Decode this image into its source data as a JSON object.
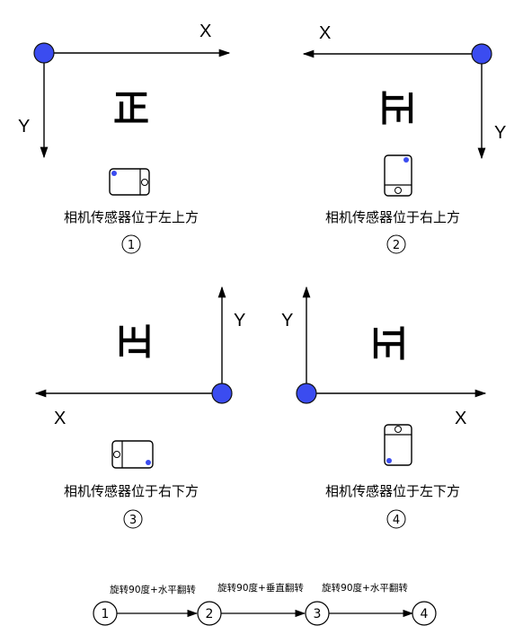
{
  "colors": {
    "accent": "#3b4cf0",
    "line": "#000000"
  },
  "axes": {
    "x_label": "X",
    "y_label": "Y"
  },
  "glyph": "正",
  "panels": [
    {
      "caption": "相机传感器位于左上方",
      "number": "1"
    },
    {
      "caption": "相机传感器位于右上方",
      "number": "2"
    },
    {
      "caption": "相机传感器位于右下方",
      "number": "3"
    },
    {
      "caption": "相机传感器位于左下方",
      "number": "4"
    }
  ],
  "flow": {
    "nodes": [
      "1",
      "2",
      "3",
      "4"
    ],
    "steps": [
      "旋转90度+水平翻转",
      "旋转90度+垂直翻转",
      "旋转90度+水平翻转"
    ]
  }
}
